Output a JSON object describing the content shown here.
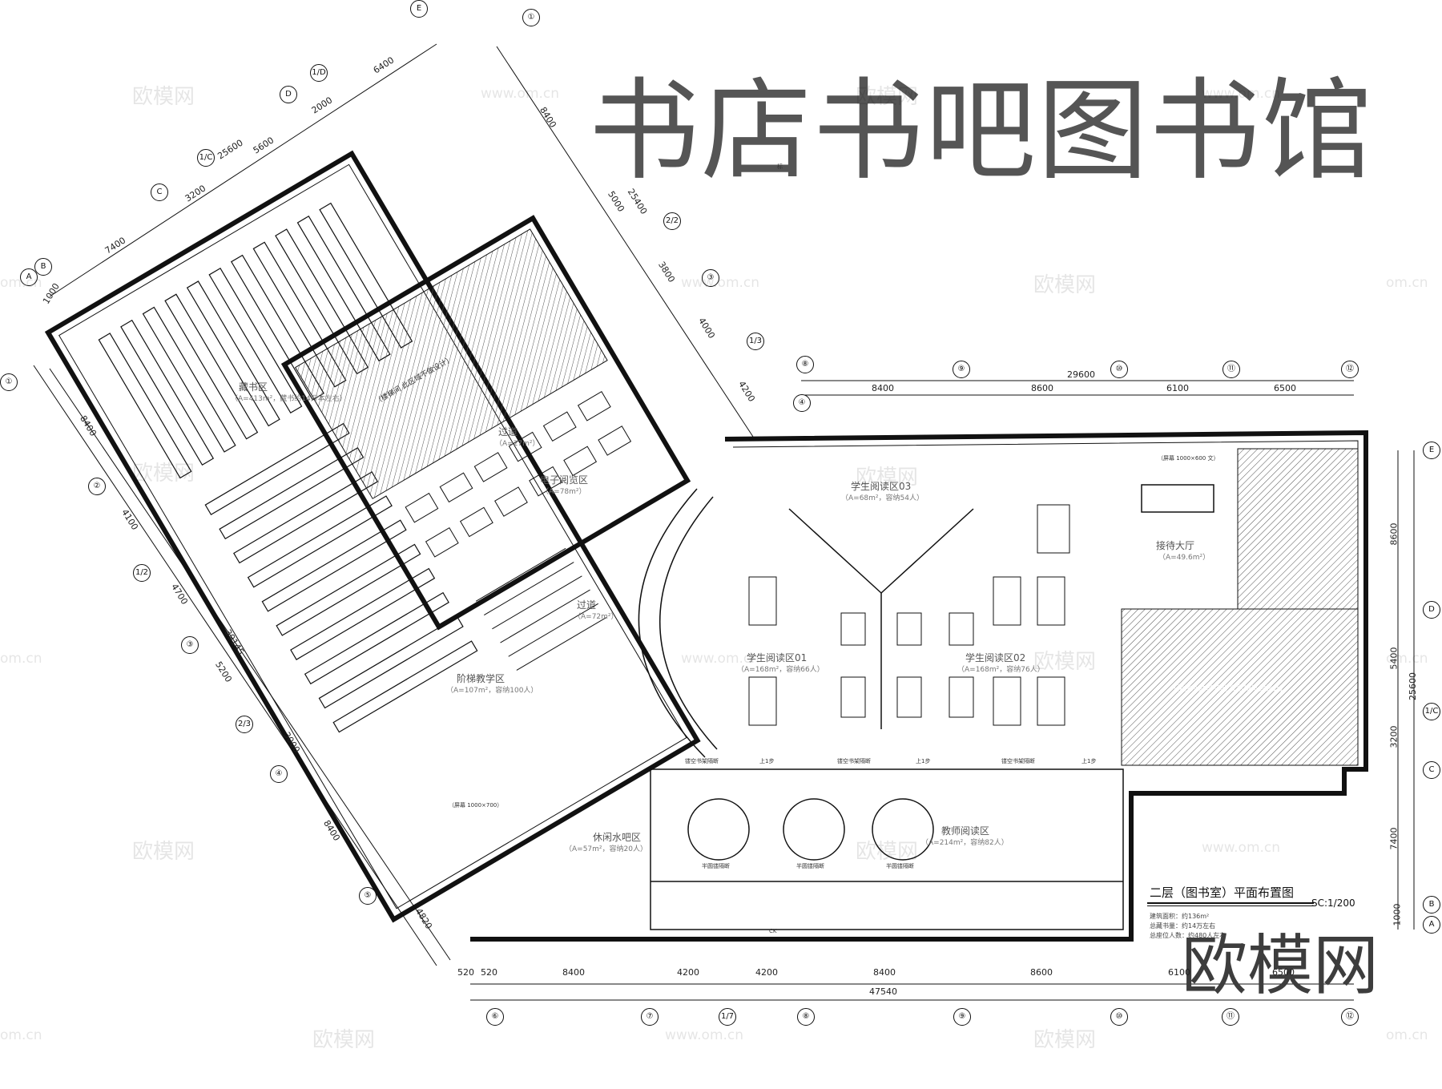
{
  "title": "书店书吧图书馆",
  "brand": "欧模网",
  "watermark": {
    "text": "欧模网",
    "url": "www.om.cn",
    "url_partial": "om.cn"
  },
  "plan": {
    "caption": "二层（图书室）平面布置图",
    "scale": "SC:1/200",
    "notes": [
      "建筑面积：约136m²",
      "总藏书量：约14万左右",
      "总座位人数：约480人左右"
    ]
  },
  "rooms": [
    {
      "id": "stack",
      "label": "藏书区",
      "sub": "（A=413m²，藏书约14万本左右）"
    },
    {
      "id": "corridor-1",
      "label": "过道",
      "sub": "（A=27m²）"
    },
    {
      "id": "e-reading",
      "label": "电子阅览区",
      "sub": "（A=78m²）"
    },
    {
      "id": "corridor-2",
      "label": "过道",
      "sub": "（A=72m²）"
    },
    {
      "id": "step-teaching",
      "label": "阶梯教学区",
      "sub": "（A=107m²，容纳100人）"
    },
    {
      "id": "water-bar",
      "label": "休闲水吧区",
      "sub": "（A=57m²，容纳20人）"
    },
    {
      "id": "student-01",
      "label": "学生阅读区01",
      "sub": "（A=168m²，容纳66人）"
    },
    {
      "id": "student-02",
      "label": "学生阅读区02",
      "sub": "（A=168m²，容纳76人）"
    },
    {
      "id": "student-03",
      "label": "学生阅读区03",
      "sub": "（A=68m²，容纳54人）"
    },
    {
      "id": "reception",
      "label": "接待大厅",
      "sub": "（A=49.6m²）"
    },
    {
      "id": "teacher",
      "label": "教师阅读区",
      "sub": "（A=214m²，容纳82人）"
    }
  ],
  "labels": {
    "shelf_partition": "镂空书架隔断",
    "half_partition": "半圆镂隔断",
    "step_up": "上1步",
    "hatched_area": "（楼梯及共享空间 此区域不做设计）",
    "stair_area": "（楼梯间 此区域不做设计）",
    "screen": "（屏幕 1000×700）",
    "screen_right": "（屏幕 1000×600 文）",
    "column_tag": "CK",
    "unlabeled_tag": "标"
  },
  "grid_axes": {
    "bottom": [
      "⑥",
      "⑦",
      "1/7",
      "⑧",
      "⑨",
      "⑩",
      "⑪",
      "⑫"
    ],
    "top_right": [
      "⑧",
      "⑨",
      "⑩",
      "⑪",
      "⑫"
    ],
    "right": [
      "E",
      "D",
      "1/C",
      "C",
      "B",
      "A"
    ],
    "left_rotated": [
      "①",
      "②",
      "1/2",
      "③",
      "2/3",
      "④",
      "⑤"
    ],
    "top_left_rotated": [
      "A",
      "B",
      "C",
      "1/C",
      "D",
      "1/D",
      "E"
    ],
    "upper_rotated": [
      "①",
      "2/2",
      "③",
      "1/3",
      "④"
    ]
  },
  "dimensions": {
    "bottom_row": [
      "520",
      "520",
      "8400",
      "4200",
      "4200",
      "8400",
      "8600",
      "6100",
      "6500"
    ],
    "bottom_total": "47540",
    "top_right_row": [
      "8400",
      "8600",
      "6100",
      "6500"
    ],
    "top_right_total": "29600",
    "right_col": [
      "8600",
      "5400",
      "3200",
      "7400",
      "1000"
    ],
    "right_total": "25600",
    "left_col": [
      "8400",
      "4100",
      "4700",
      "5200",
      "3000",
      "8400",
      "4820"
    ],
    "left_total": "39145",
    "top_left_row": [
      "1000",
      "7400",
      "3200",
      "5600",
      "2000",
      "6400"
    ],
    "top_left_total": "25600",
    "upper_col": [
      "8400",
      "5000",
      "3800",
      "4000",
      "4200"
    ],
    "upper_total": "25400"
  },
  "colors": {
    "line": "#111111",
    "hatch": "#444444",
    "title": "#555555",
    "watermark": "rgba(0,0,0,0.10)"
  }
}
